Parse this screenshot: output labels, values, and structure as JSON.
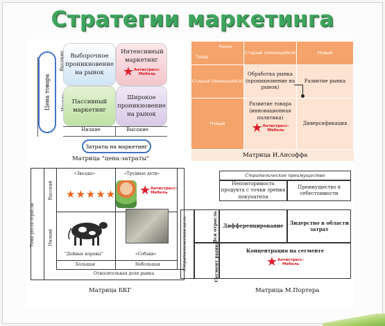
{
  "title": "Стратегии маркетинга",
  "badge": {
    "line1": "Антистресс-",
    "line2": "Мебель"
  },
  "price_cost": {
    "price_axis": "Цена товара",
    "price_high": "Высокие",
    "price_low": "Низкие",
    "cells": {
      "top_left": "Выборочное проникновение на рынок",
      "top_right": "Интенсивный маркетинг",
      "bottom_left": "Пассивный маркетинг",
      "bottom_right": "Широкое проникновение на рынок"
    },
    "cost_low": "Низкие",
    "cost_high": "Высокие",
    "cost_axis": "Затраты на маркетинг",
    "caption": "Матрица \"цена-затраты\""
  },
  "ansoff": {
    "corner_market": "Рынок",
    "corner_product": "Товар",
    "col_old": "Старый (имеющийся)",
    "col_new": "Новый",
    "row_old": "Старый (имеющийся)",
    "row_new": "Новый",
    "cell_market_processing": "Обработка рынка (проникновение на рынок)",
    "cell_market_development": "Развитие рынка",
    "cell_product_development": "Развитие товара (инновационная политика)",
    "cell_diversification": "Диверсификация",
    "caption": "Матрица И.Ансоффа"
  },
  "bcg": {
    "y_axis": "Темп роста отрасли",
    "y_high": "Высокий",
    "y_low": "Низкий",
    "stars": "«Звезды»",
    "problem_children": "«Трудные дети»",
    "cash_cows": "\"Дойные коровы\"",
    "dogs": "«Собаки»",
    "x_large": "Большая",
    "x_small": "Небольшая",
    "x_axis": "Относительная доля рынка",
    "caption": "Матрица БКГ"
  },
  "porter": {
    "advantage": "Стратегическое преимущество",
    "uniqueness": "Неповторимость продукта с точки зрения покупателя",
    "low_cost": "Преимущество в себестоимости",
    "target": "Стратегическая цель",
    "whole_industry": "Вся отрасль",
    "segment": "Сегмент рынка",
    "differentiation": "Дифференцирование",
    "cost_leadership": "Лидерство в области затрат",
    "focus": "Концентрация на сегменте",
    "caption": "Матрица М.Портера"
  }
}
